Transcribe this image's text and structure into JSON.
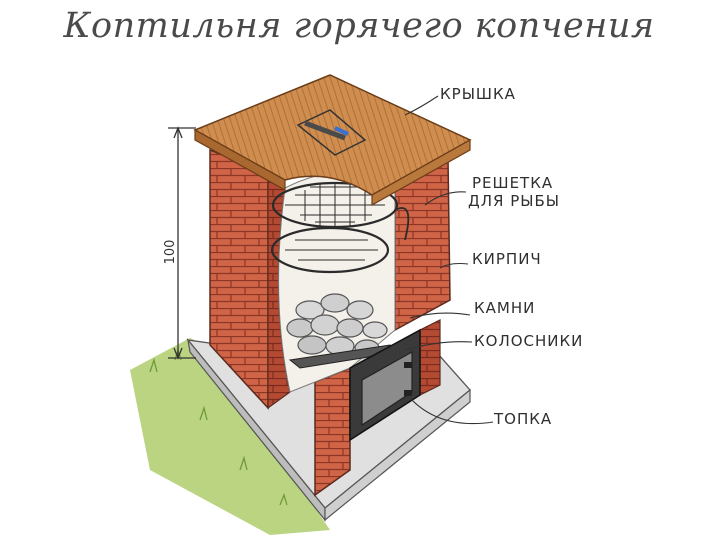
{
  "title": "Коптильня горячего копчения",
  "dimension_label": "100",
  "labels": {
    "lid": "КРЫШКА",
    "grate_line1": "РЕШЕТКА",
    "grate_line2": "ДЛЯ РЫБЫ",
    "brick": "КИРПИЧ",
    "stones": "КАМНИ",
    "grates": "КОЛОСНИКИ",
    "firebox": "ТОПКА"
  },
  "colors": {
    "wood": "#c9874a",
    "brick": "#c4553a",
    "grass": "#a9c96a",
    "foundation": "#dcdcdc"
  }
}
